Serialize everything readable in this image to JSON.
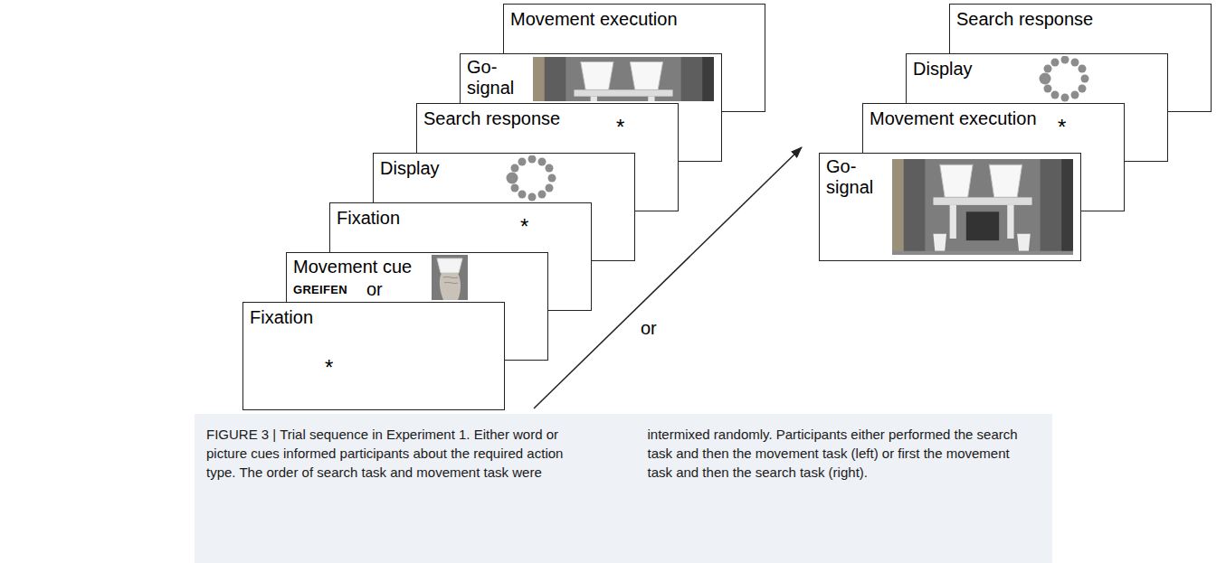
{
  "diagram": {
    "caption": "FIGURE 3 | Trial sequence in Experiment 1. Either word or picture cues informed participants about the required action type. The order of search task and movement task were intermixed randomly. Participants either performed the search task and then the movement task (left) or first the movement task and then the search task (right).",
    "nodes": [
      {
        "text": [
          "Fixation",
          "*"
        ]
      },
      {
        "text": [
          "Movement cue",
          "GREIFEN",
          "or"
        ]
      },
      {
        "text": [
          "Fixation",
          "*"
        ]
      },
      {
        "text": [
          "Display"
        ]
      },
      {
        "text": [
          "Search response",
          "*"
        ]
      },
      {
        "text": [
          "Go-signal"
        ]
      },
      {
        "text": [
          "Movement execution"
        ]
      },
      {
        "text": [
          "Go-signal"
        ]
      },
      {
        "text": [
          "Movement execution",
          "*"
        ]
      },
      {
        "text": [
          "Display"
        ]
      },
      {
        "text": [
          "Search response"
        ]
      }
    ],
    "labels": [
      "or"
    ]
  }
}
